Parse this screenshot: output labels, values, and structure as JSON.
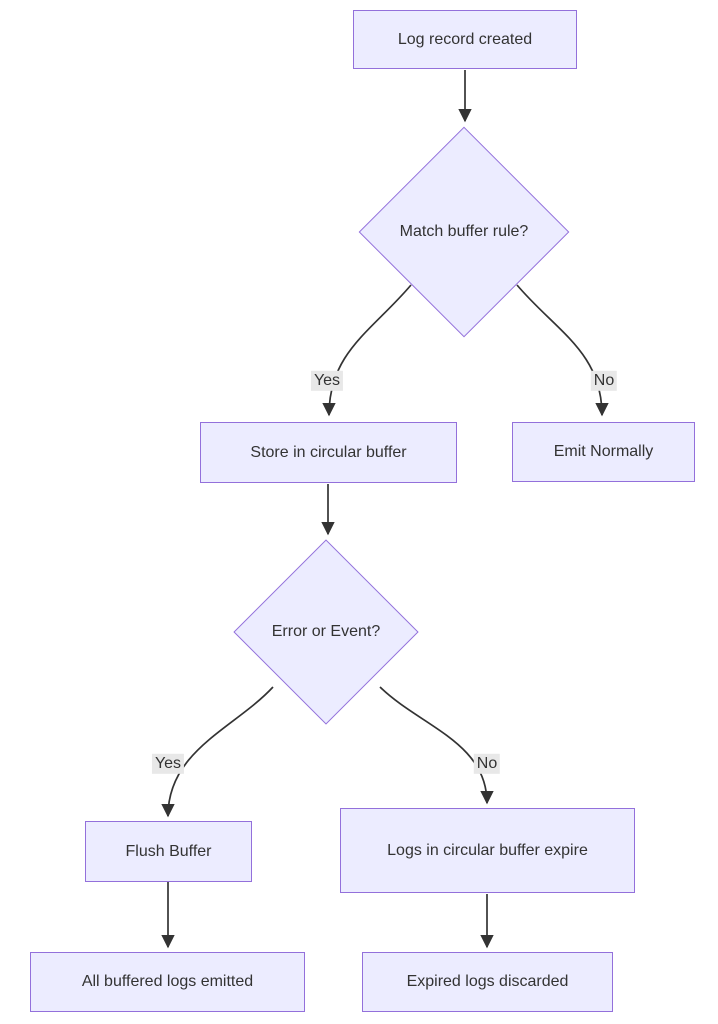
{
  "diagram": {
    "type": "flowchart",
    "direction": "top-down",
    "background": "#ffffff",
    "colors": {
      "node_fill": "#ECECFF",
      "node_border": "#9370DB",
      "edge_color": "#333333",
      "edge_label_bg": "#e8e8e8",
      "text_color": "#333333"
    },
    "nodes": [
      {
        "id": "start",
        "shape": "rectangle",
        "label": "Log record created"
      },
      {
        "id": "match",
        "shape": "diamond",
        "label": "Match buffer rule?"
      },
      {
        "id": "store",
        "shape": "rectangle",
        "label": "Store in circular buffer"
      },
      {
        "id": "emit",
        "shape": "rectangle",
        "label": "Emit Normally"
      },
      {
        "id": "error",
        "shape": "diamond",
        "label": "Error or Event?"
      },
      {
        "id": "flush",
        "shape": "rectangle",
        "label": "Flush Buffer"
      },
      {
        "id": "expire",
        "shape": "rectangle",
        "label": "Logs in circular buffer expire"
      },
      {
        "id": "emitted",
        "shape": "rectangle",
        "label": "All buffered logs emitted"
      },
      {
        "id": "discarded",
        "shape": "rectangle",
        "label": "Expired logs discarded"
      }
    ],
    "edges": [
      {
        "from": "start",
        "to": "match",
        "label": ""
      },
      {
        "from": "match",
        "to": "store",
        "label": "Yes"
      },
      {
        "from": "match",
        "to": "emit",
        "label": "No"
      },
      {
        "from": "store",
        "to": "error",
        "label": ""
      },
      {
        "from": "error",
        "to": "flush",
        "label": "Yes"
      },
      {
        "from": "error",
        "to": "expire",
        "label": "No"
      },
      {
        "from": "flush",
        "to": "emitted",
        "label": ""
      },
      {
        "from": "expire",
        "to": "discarded",
        "label": ""
      }
    ]
  }
}
